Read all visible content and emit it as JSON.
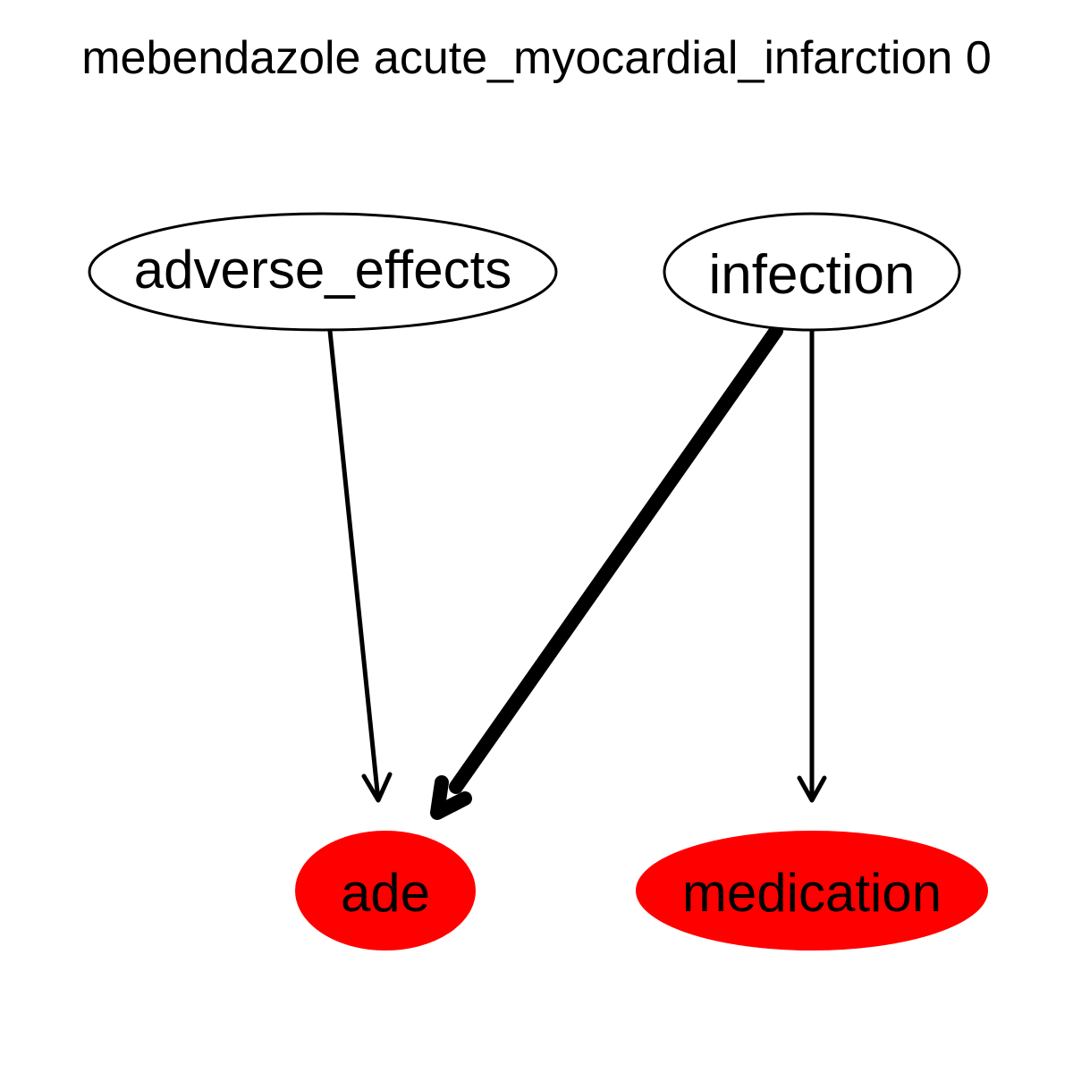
{
  "title": "mebendazole acute_myocardial_infarction 0",
  "colors": {
    "background": "#ffffff",
    "highlight_fill": "#ff0000",
    "plain_fill": "#ffffff",
    "stroke": "#000000",
    "text": "#000000"
  },
  "nodes": [
    {
      "id": "adverse_effects",
      "label": "adverse_effects",
      "highlighted": false
    },
    {
      "id": "infection",
      "label": "infection",
      "highlighted": false
    },
    {
      "id": "ade",
      "label": "ade",
      "highlighted": true
    },
    {
      "id": "medication",
      "label": "medication",
      "highlighted": true
    }
  ],
  "edges": [
    {
      "from": "adverse_effects",
      "to": "ade",
      "weight": "thin"
    },
    {
      "from": "infection",
      "to": "ade",
      "weight": "thick"
    },
    {
      "from": "infection",
      "to": "medication",
      "weight": "thin"
    }
  ]
}
